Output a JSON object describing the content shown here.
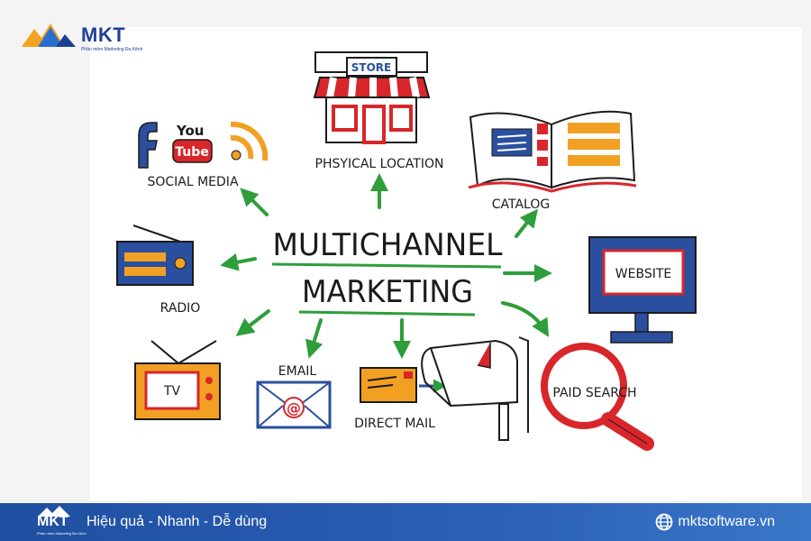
{
  "logo": {
    "brand": "MKT",
    "tagline": "Phần mềm Marketing Đa Kênh"
  },
  "diagram": {
    "title_line1": "MULTICHANNEL",
    "title_line2": "MARKETING",
    "nodes": {
      "social_media": "SOCIAL MEDIA",
      "youtube_top": "You",
      "youtube_bottom": "Tube",
      "physical_location": "PHSYICAL LOCATION",
      "store_sign": "STORE",
      "catalog": "CATALOG",
      "radio": "RADIO",
      "website": "WEBSITE",
      "tv": "TV",
      "email": "EMAIL",
      "direct_mail": "DIRECT MAIL",
      "paid_search": "PAID SEARCH"
    },
    "colors": {
      "arrow": "#2e9e3a",
      "red": "#d8262b",
      "blue": "#2a4f9e",
      "orange": "#f2a024",
      "outline": "#1b1b1b"
    }
  },
  "footer": {
    "brand": "MKT",
    "tagline": "Phần mềm Marketing Đa Kênh",
    "slogan": "Hiệu quả - Nhanh - Dễ dùng",
    "website": "mktsoftware.vn",
    "icon": "globe-icon"
  }
}
